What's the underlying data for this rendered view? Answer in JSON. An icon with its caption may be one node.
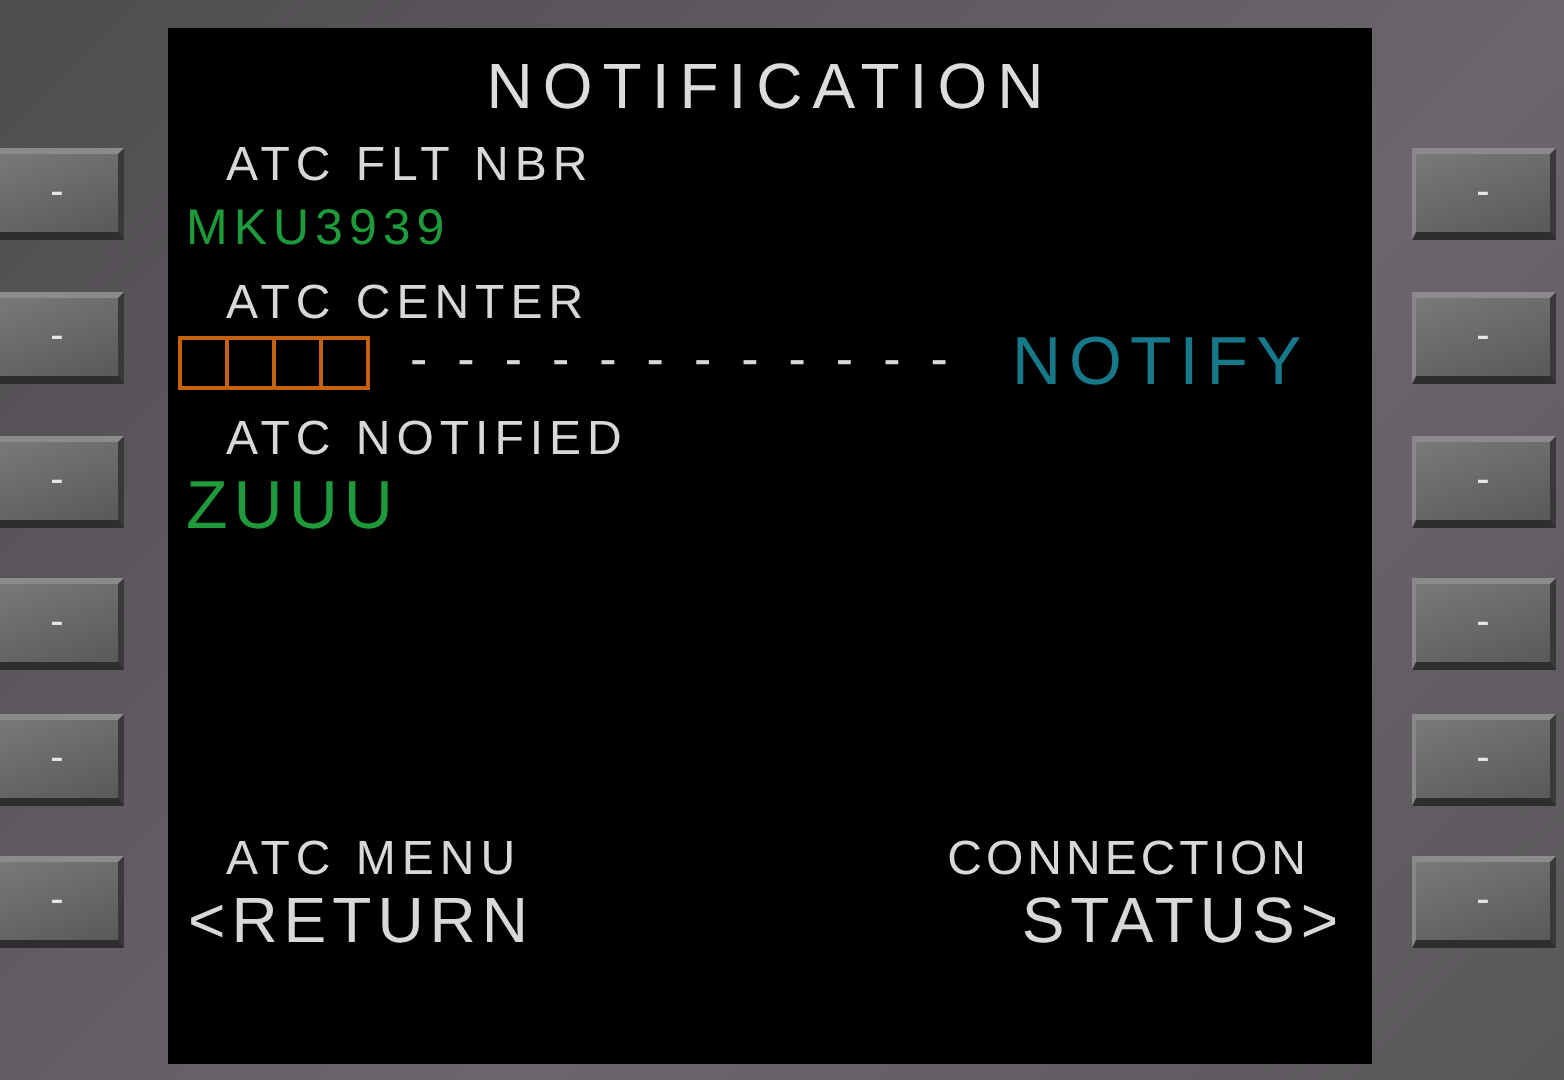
{
  "diagram": {
    "title": "NOTIFICATION",
    "nodes": [
      {
        "text": [
          "-"
        ]
      },
      {
        "text": [
          "-"
        ]
      },
      {
        "text": [
          "-"
        ]
      },
      {
        "text": [
          "-"
        ]
      },
      {
        "text": [
          "-"
        ]
      },
      {
        "text": [
          "-"
        ]
      },
      {
        "text": [
          "-"
        ]
      },
      {
        "text": [
          "-"
        ]
      },
      {
        "text": [
          "-"
        ]
      },
      {
        "text": [
          "-"
        ]
      },
      {
        "text": [
          "-"
        ]
      },
      {
        "text": [
          "-"
        ]
      }
    ],
    "edges": [],
    "labels": [
      "ATC FLT NBR",
      "MKU3939",
      "ATC CENTER",
      "------------",
      "NOTIFY",
      "ATC NOTIFIED",
      "ZUUU",
      "ATC MENU",
      "<RETURN",
      "CONNECTION",
      "STATUS>"
    ]
  }
}
